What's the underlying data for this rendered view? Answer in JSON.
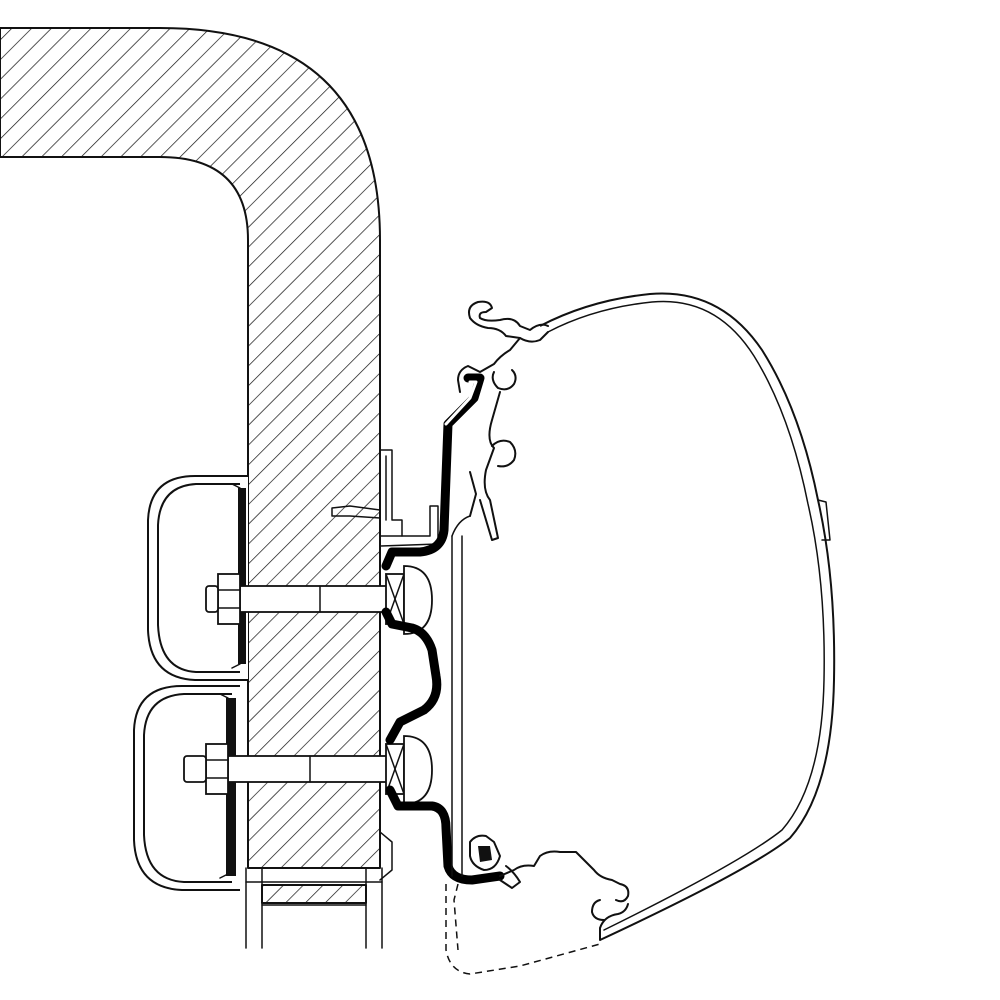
{
  "diagram": {
    "description_visible_text": [],
    "parts": [
      "vehicle-rail-section",
      "mounting-bracket-upper",
      "mounting-bracket-lower",
      "adapter-profile",
      "awning-cassette",
      "bolt-upper",
      "bolt-lower"
    ],
    "colors": {
      "line": "#111111",
      "adapter": "#000000",
      "background": "#ffffff"
    }
  }
}
